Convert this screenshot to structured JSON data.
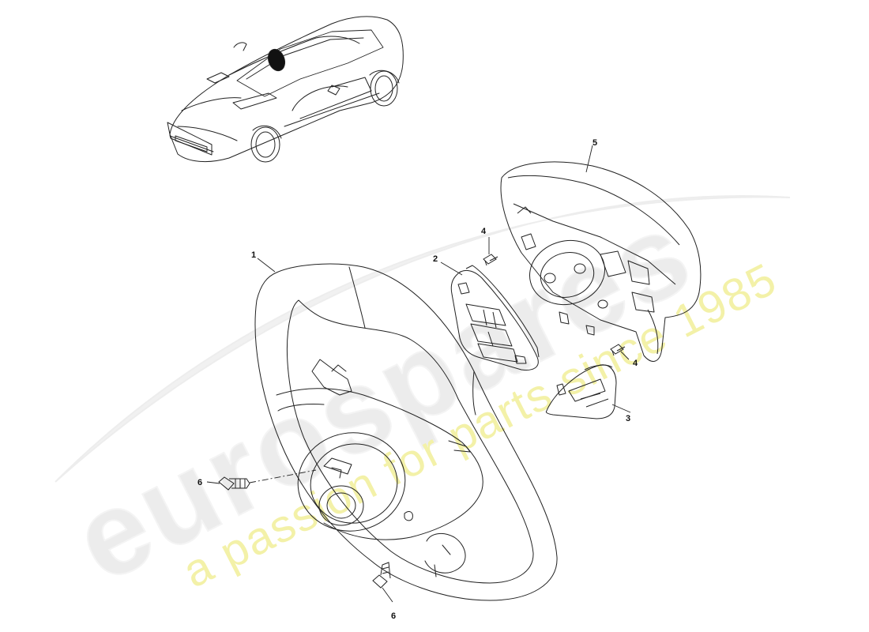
{
  "watermark": {
    "brand": "eurospares",
    "tagline": "a passion for parts since 1985",
    "brand_color": "#ececec",
    "tagline_color": "#f3f1a8"
  },
  "colors": {
    "line": "#222222",
    "background": "#ffffff",
    "highlight": "#111111"
  },
  "callouts": [
    "1",
    "2",
    "3",
    "4",
    "4",
    "5",
    "6",
    "6"
  ]
}
